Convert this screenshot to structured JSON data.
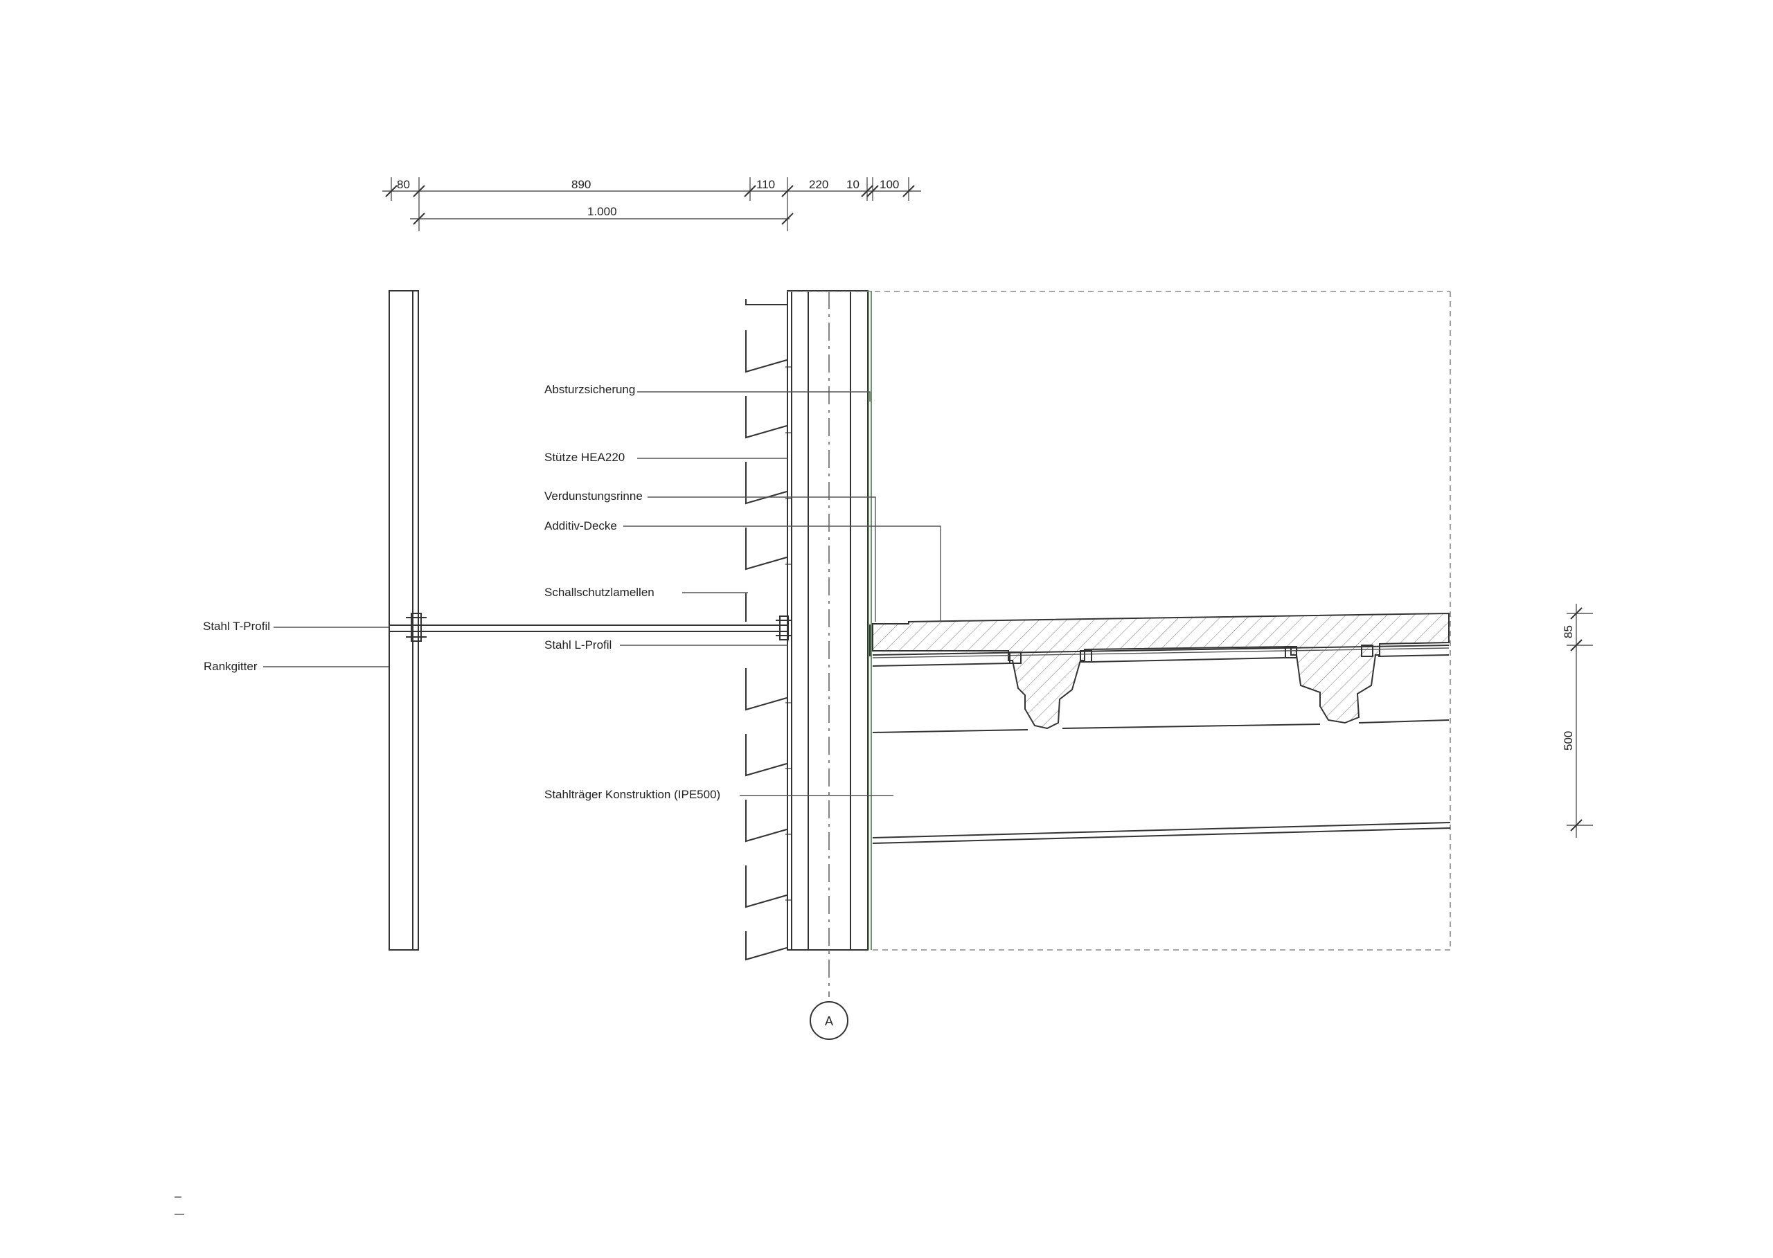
{
  "dimensions": {
    "top_row": [
      "80",
      "890",
      "110",
      "220",
      "10",
      "100"
    ],
    "total": "1.000",
    "right": [
      "85",
      "500"
    ]
  },
  "labels": {
    "absturzsicherung": "Absturzsicherung",
    "stuetze": "Stütze HEA220",
    "verdunstungsrinne": "Verdunstungsrinne",
    "additiv_decke": "Additiv-Decke",
    "schallschutz": "Schallschutzlamellen",
    "stahl_t_profil": "Stahl T-Profil",
    "stahl_l_profil": "Stahl L-Profil",
    "rankgitter": "Rankgitter",
    "stahltraeger": "Stahlträger Konstruktion (IPE500)"
  },
  "grid_axis": "A"
}
